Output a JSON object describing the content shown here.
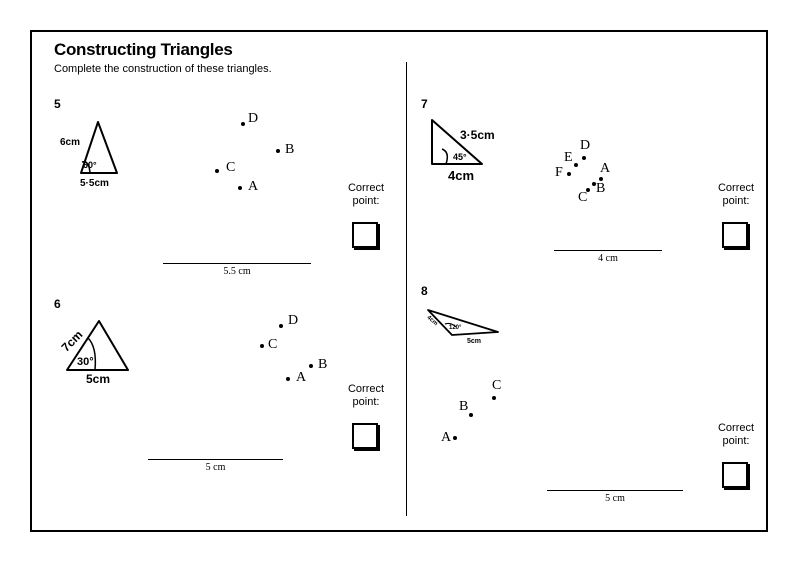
{
  "header": {
    "title": "Constructing Triangles",
    "subtitle": "Complete the construction of these triangles."
  },
  "correct_point_label_line1": "Correct",
  "correct_point_label_line2": "point:",
  "questions": [
    {
      "number": "5",
      "sketch": {
        "side": "6cm",
        "angle": "60°",
        "base": "5·5cm"
      },
      "points": [
        "D",
        "B",
        "C",
        "A"
      ],
      "line_label": "5.5 cm"
    },
    {
      "number": "6",
      "sketch": {
        "side": "7cm",
        "angle": "30°",
        "base": "5cm"
      },
      "points": [
        "D",
        "C",
        "B",
        "A"
      ],
      "line_label": "5 cm"
    },
    {
      "number": "7",
      "sketch": {
        "side": "3·5cm",
        "angle": "45°",
        "base": "4cm"
      },
      "points": [
        "D",
        "E",
        "F",
        "A",
        "B",
        "C"
      ],
      "line_label": "4 cm"
    },
    {
      "number": "8",
      "sketch": {
        "side": "4cm",
        "angle": "120°",
        "base": "5cm"
      },
      "points": [
        "C",
        "B",
        "A"
      ],
      "line_label": "5 cm"
    }
  ]
}
